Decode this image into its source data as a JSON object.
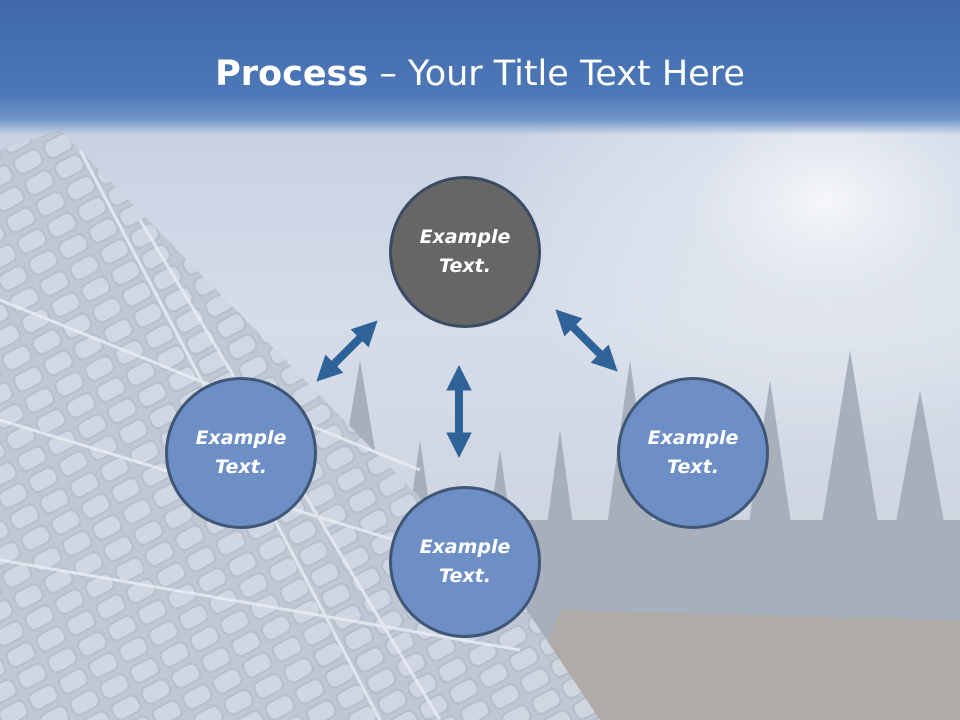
{
  "slide": {
    "title_bold": "Process",
    "title_rest": " – Your Title Text Here"
  },
  "process": {
    "center": {
      "line1": "Example",
      "line2": "Text."
    },
    "nodes": [
      {
        "id": "left",
        "line1": "Example",
        "line2": "Text."
      },
      {
        "id": "bottom",
        "line1": "Example",
        "line2": "Text."
      },
      {
        "id": "right",
        "line1": "Example",
        "line2": "Text."
      }
    ]
  },
  "colors": {
    "header": "#4d78b8",
    "center_circle": "#666666",
    "node_circle": "#6d8fc6",
    "arrow": "#2f6299"
  },
  "icons": {
    "arrow": "double-headed-arrow"
  }
}
